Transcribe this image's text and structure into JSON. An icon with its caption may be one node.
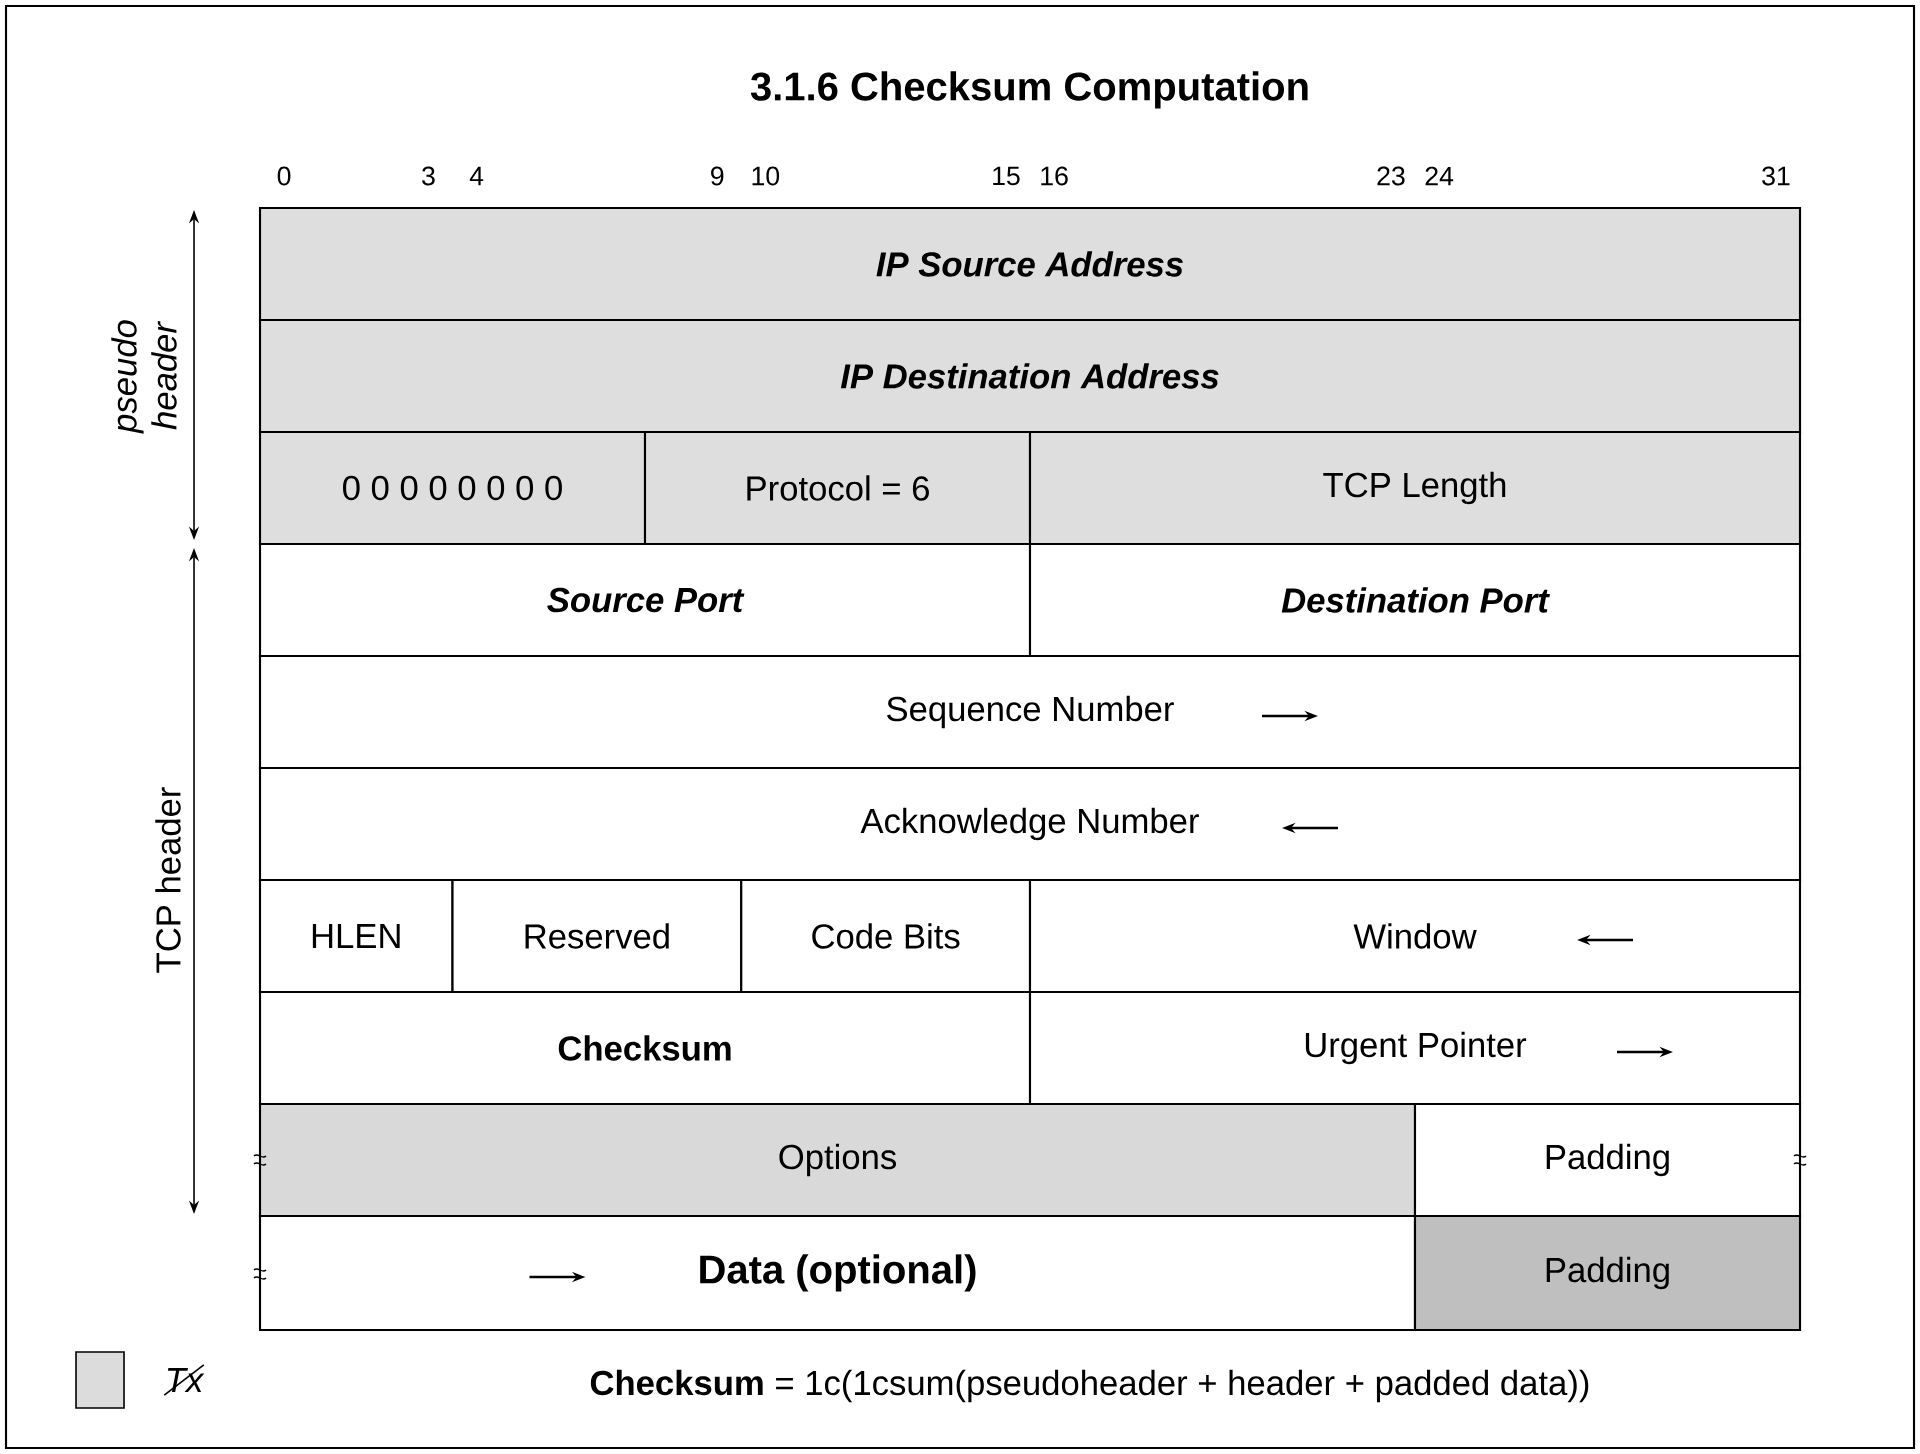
{
  "diagram": {
    "title": "3.1.6 Checksum Computation",
    "nodes": [
      {
        "text": [
          "IP Source Address"
        ]
      },
      {
        "text": [
          "IP Destination Address"
        ]
      },
      {
        "text": [
          "0 0 0 0 0 0 0 0"
        ]
      },
      {
        "text": [
          "Protocol = 6"
        ]
      },
      {
        "text": [
          "TCP Length"
        ]
      },
      {
        "text": [
          "Source Port"
        ]
      },
      {
        "text": [
          "Destination Port"
        ]
      },
      {
        "text": [
          "Sequence Number"
        ]
      },
      {
        "text": [
          "Acknowledge Number"
        ]
      },
      {
        "text": [
          "HLEN"
        ]
      },
      {
        "text": [
          "Reserved"
        ]
      },
      {
        "text": [
          "Code Bits"
        ]
      },
      {
        "text": [
          "Window"
        ]
      },
      {
        "text": [
          "Checksum"
        ]
      },
      {
        "text": [
          "Urgent Pointer"
        ]
      },
      {
        "text": [
          "Options"
        ]
      },
      {
        "text": [
          "Padding"
        ]
      },
      {
        "text": [
          "Data (optional)"
        ]
      },
      {
        "text": [
          "Padding"
        ]
      }
    ],
    "edges": [],
    "labels": [
      "0",
      "3",
      "4",
      "9",
      "10",
      "15",
      "16",
      "23",
      "24",
      "31",
      "pseudo header",
      "TCP header",
      "**Checksum** = 1c(1csum(pseudoheader + header + padded data))"
    ],
    "legend": [
      {
        "text": "Tx",
        "color": "#dcdcdc"
      }
    ]
  }
}
